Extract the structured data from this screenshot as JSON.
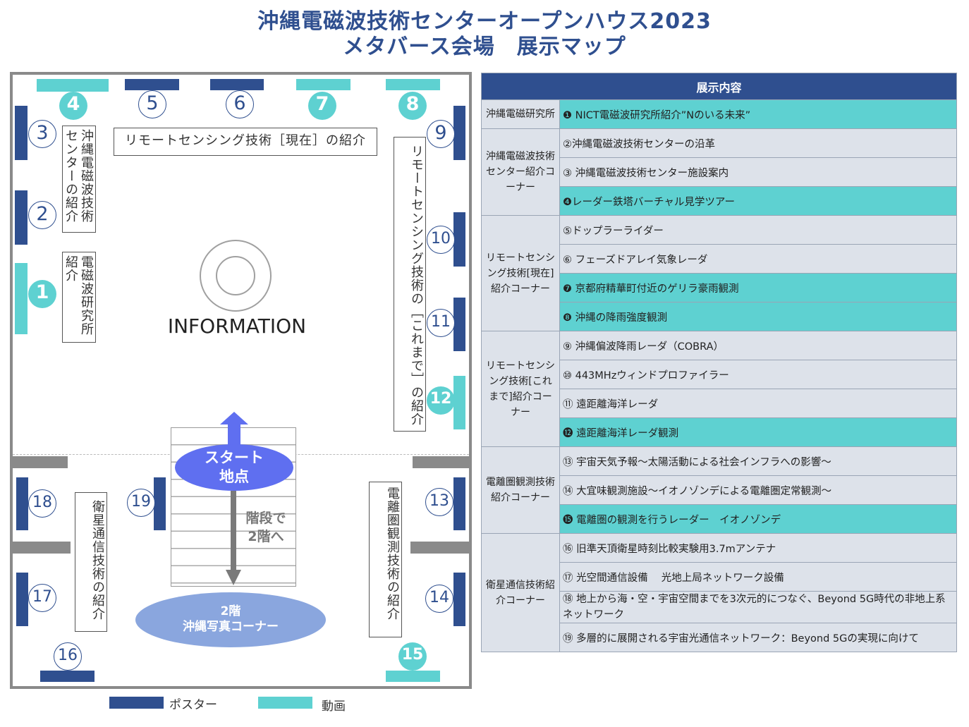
{
  "header": {
    "title_line1": "沖縄電磁波技術センターオープンハウス2023",
    "title_line2": "メタバース会場　展示マップ"
  },
  "colors": {
    "poster": "#2f4f8f",
    "video": "#5ed1d1",
    "header": "#2f4f8f",
    "cell": "#dde2ea",
    "start": "#5f6ff0",
    "second_floor": "#8aa6de"
  },
  "map": {
    "numbers": {
      "n1": "1",
      "n2": "2",
      "n3": "3",
      "n4": "4",
      "n5": "5",
      "n6": "6",
      "n7": "7",
      "n8": "8",
      "n9": "9",
      "n10": "10",
      "n11": "11",
      "n12": "12",
      "n13": "13",
      "n14": "14",
      "n15": "15",
      "n16": "16",
      "n17": "17",
      "n18": "18",
      "n19": "19"
    },
    "labels": {
      "nict_intro": "電磁波研究所紹介",
      "center_intro": "沖縄電磁波技術センターの紹介",
      "remote_now": "リモートセンシング技術［現在］の紹介",
      "remote_past": "リモートセンシング技術の［これまで］の紹介",
      "satellite": "衛星通信技術の紹介",
      "ionosphere": "電離圏観測技術の紹介",
      "information": "INFORMATION",
      "start_line1": "スタート",
      "start_line2": "地点",
      "stairs_line1": "階段で",
      "stairs_line2": "2階へ",
      "floor2_line1": "2階",
      "floor2_line2": "沖縄写真コーナー"
    }
  },
  "legend": {
    "poster": "ポスター",
    "video": "動画"
  },
  "table": {
    "header": "展示内容",
    "groups": [
      {
        "category": "沖縄電磁研究所",
        "items": [
          {
            "text": "❶ NICT電磁波研究所紹介”Nのいる未来”",
            "video": true
          }
        ]
      },
      {
        "category": "沖縄電磁波技術センター紹介コーナー",
        "items": [
          {
            "text": "②沖縄電磁波技術センターの沿革",
            "video": false
          },
          {
            "text": "③ 沖縄電磁波技術センター施設案内",
            "video": false
          },
          {
            "text": "❹レーダー鉄塔バーチャル見学ツアー",
            "video": true
          }
        ]
      },
      {
        "category": "リモートセンシング技術[現在]紹介コーナー",
        "items": [
          {
            "text": "⑤ドップラーライダー",
            "video": false
          },
          {
            "text": "⑥ フェーズドアレイ気象レーダ",
            "video": false
          },
          {
            "text": "❼ 京都府精華町付近のゲリラ豪雨観測",
            "video": true
          },
          {
            "text": "❽ 沖縄の降雨強度観測",
            "video": true
          }
        ]
      },
      {
        "category": "リモートセンシング技術[これまで]紹介コーナー",
        "items": [
          {
            "text": "⑨ 沖縄偏波降雨レーダ（COBRA）",
            "video": false
          },
          {
            "text": "⑩ 443MHzウィンドプロファイラー",
            "video": false
          },
          {
            "text": "⑪ 遠距離海洋レーダ",
            "video": false
          },
          {
            "text": "⓬ 遠距離海洋レーダ観測",
            "video": true
          }
        ]
      },
      {
        "category": "電離圏観測技術紹介コーナー",
        "items": [
          {
            "text": "⑬ 宇宙天気予報～太陽活動による社会インフラへの影響～",
            "video": false
          },
          {
            "text": "⑭ 大宜味観測施設～イオノゾンデによる電離圏定常観測～",
            "video": false
          },
          {
            "text": "⓯ 電離圏の観測を行うレーダー　イオノゾンデ",
            "video": true
          }
        ]
      },
      {
        "category": "衛星通信技術紹介コーナー",
        "items": [
          {
            "text": "⑯ 旧準天頂衛星時刻比較実験用3.7mアンテナ",
            "video": false
          },
          {
            "text": "⑰ 光空間通信設備　 光地上局ネットワーク設備",
            "video": false
          },
          {
            "text": "⑱ 地上から海・空・宇宙空間までを3次元的につなぐ、Beyond 5G時代の非地上系ネットワーク",
            "video": false
          },
          {
            "text": "⑲ 多層的に展開される宇宙光通信ネットワーク：Beyond 5Gの実現に向けて",
            "video": false
          }
        ]
      }
    ]
  }
}
